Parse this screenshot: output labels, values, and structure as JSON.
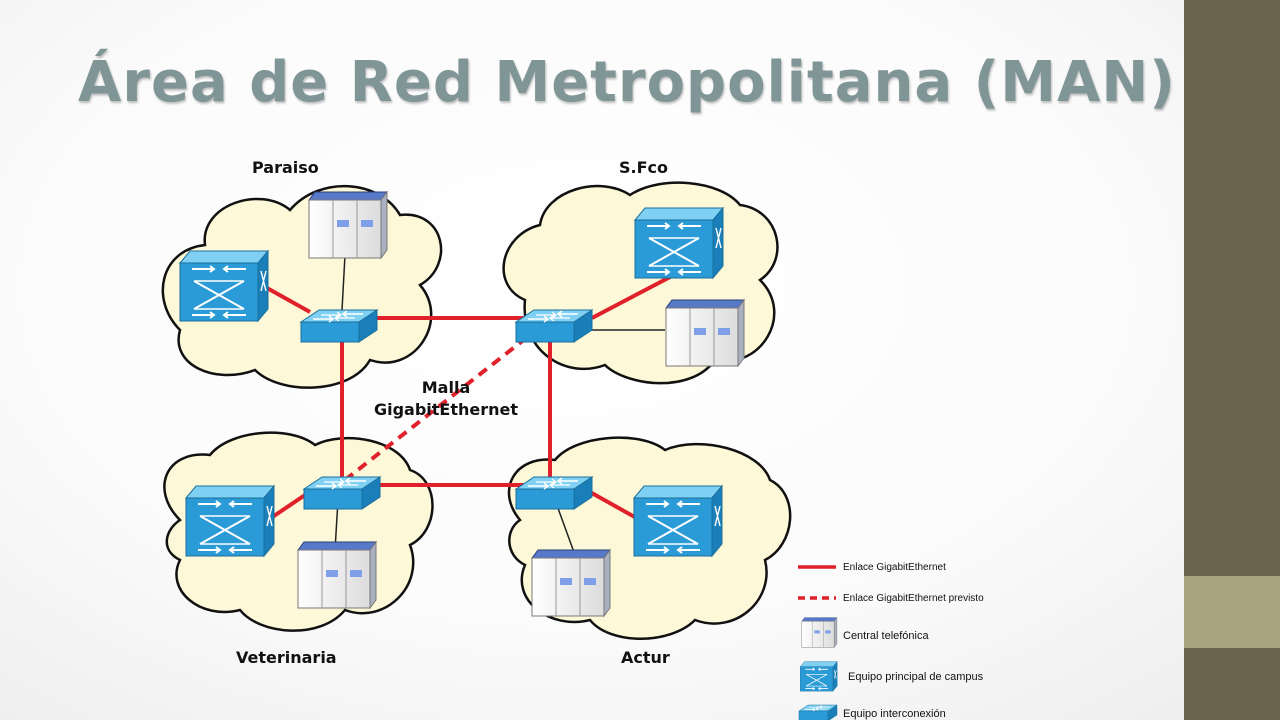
{
  "title": "Área de Red Metropolitana (MAN)",
  "sites": {
    "paraiso": "Paraiso",
    "sfco": "S.Fco",
    "veterinaria": "Veterinaria",
    "actur": "Actur"
  },
  "mesh_label": {
    "line1": "Malla",
    "line2": "GigabitEthernet"
  },
  "legend": {
    "gigabit_link": "Enlace GigabitEthernet",
    "planned_link": "Enlace GigabitEthernet previsto",
    "central": "Central telefónica",
    "campus_equipment": "Equipo principal de campus",
    "interconnect": "Equipo interconexión"
  },
  "colors": {
    "link": "#e0202a",
    "cloud_fill": "#fdf8d8",
    "device": "#2a9bd6",
    "sidebar": "#6b624c",
    "sidebar_accent": "#a8a37e",
    "title": "#7f9596"
  }
}
